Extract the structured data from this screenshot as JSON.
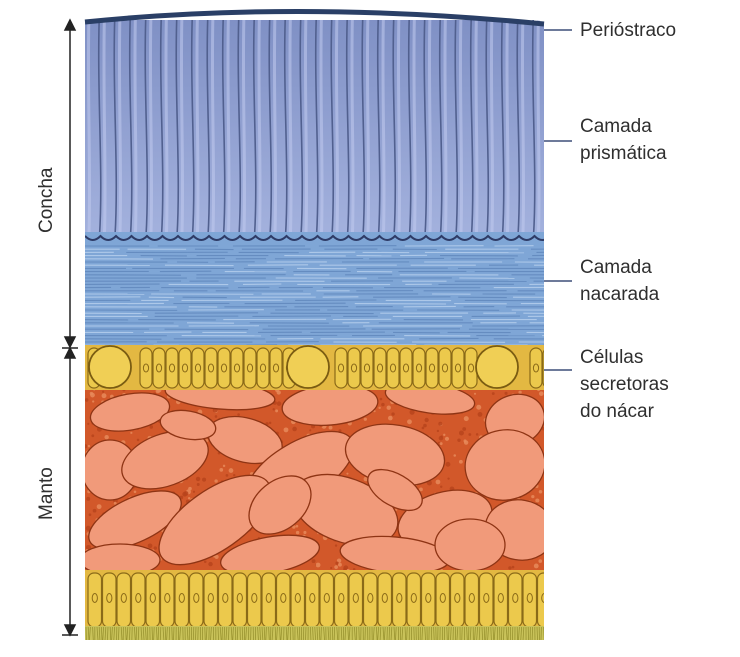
{
  "labels": {
    "periostraco": "Perióstraco",
    "prismatica": "Camada\nprismática",
    "nacarada": "Camada\nnacarada",
    "celulas": "Células\nsecretoras\ndo nácar"
  },
  "sections": {
    "concha": "Concha",
    "manto": "Manto"
  },
  "colors": {
    "periostracum": "#2a3f66",
    "prismatic": "#8f9fd0",
    "prismatic_dark": "#51608f",
    "nacre": "#7fa6d6",
    "nacre_line": "#b9d1ee",
    "secretory_cell": "#e8c544",
    "mantle": "#d2582a",
    "mantle_cell": "#f19a7a",
    "leader": "#3d4f78"
  }
}
